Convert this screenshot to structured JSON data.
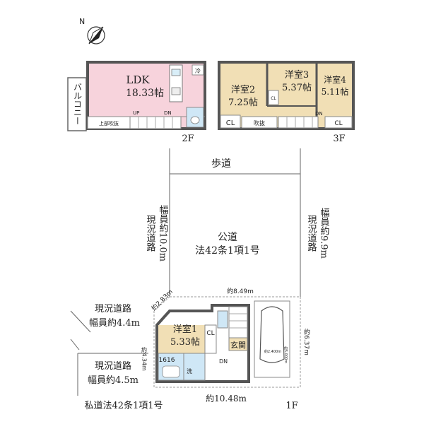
{
  "compass": {
    "north_label": "N"
  },
  "floor2": {
    "label": "2F",
    "ldk_name": "LDK",
    "ldk_size": "18.33帖",
    "balcony": "バルコニー",
    "void_upper": "上部吹抜",
    "up": "UP",
    "dn": "DN",
    "fridge": "冷"
  },
  "floor3": {
    "label": "3F",
    "room2_name": "洋室2",
    "room2_size": "7.25帖",
    "room3_name": "洋室3",
    "room3_size": "5.37帖",
    "room4_name": "洋室4",
    "room4_size": "5.11帖",
    "cl": "CL",
    "void": "吹抜",
    "dn": "DN"
  },
  "site": {
    "sidewalk": "歩道",
    "road_left_1": "現況道路",
    "road_left_2": "幅員約10.0m",
    "road_right_1": "現況道路",
    "road_right_2": "幅員約9.9m",
    "public_road_1": "公道",
    "public_road_2": "法42条1項1号",
    "dim_top": "約8.49m",
    "dim_corner": "約2.83m",
    "dim_right": "約6.37m",
    "dim_left": "約4.34m",
    "dim_bottom": "約10.48m",
    "road_nw_1": "現況道路",
    "road_nw_2": "幅員約4.4m",
    "road_sw_1": "現況道路",
    "road_sw_2": "幅員約4.5m",
    "private_road": "私道法42条1項1号"
  },
  "floor1": {
    "label": "1F",
    "room1_name": "洋室1",
    "room1_size": "5.33帖",
    "cl": "CL",
    "entrance": "玄関",
    "bath": "1616",
    "wash": "洗",
    "dn": "DN",
    "car_dim_w": "約2.400m",
    "car_dim_h": "約5.000m"
  },
  "colors": {
    "ldk": "#f7d3dc",
    "room": "#f1dfb5",
    "wet": "#cfe7f6",
    "wall": "#555555"
  }
}
